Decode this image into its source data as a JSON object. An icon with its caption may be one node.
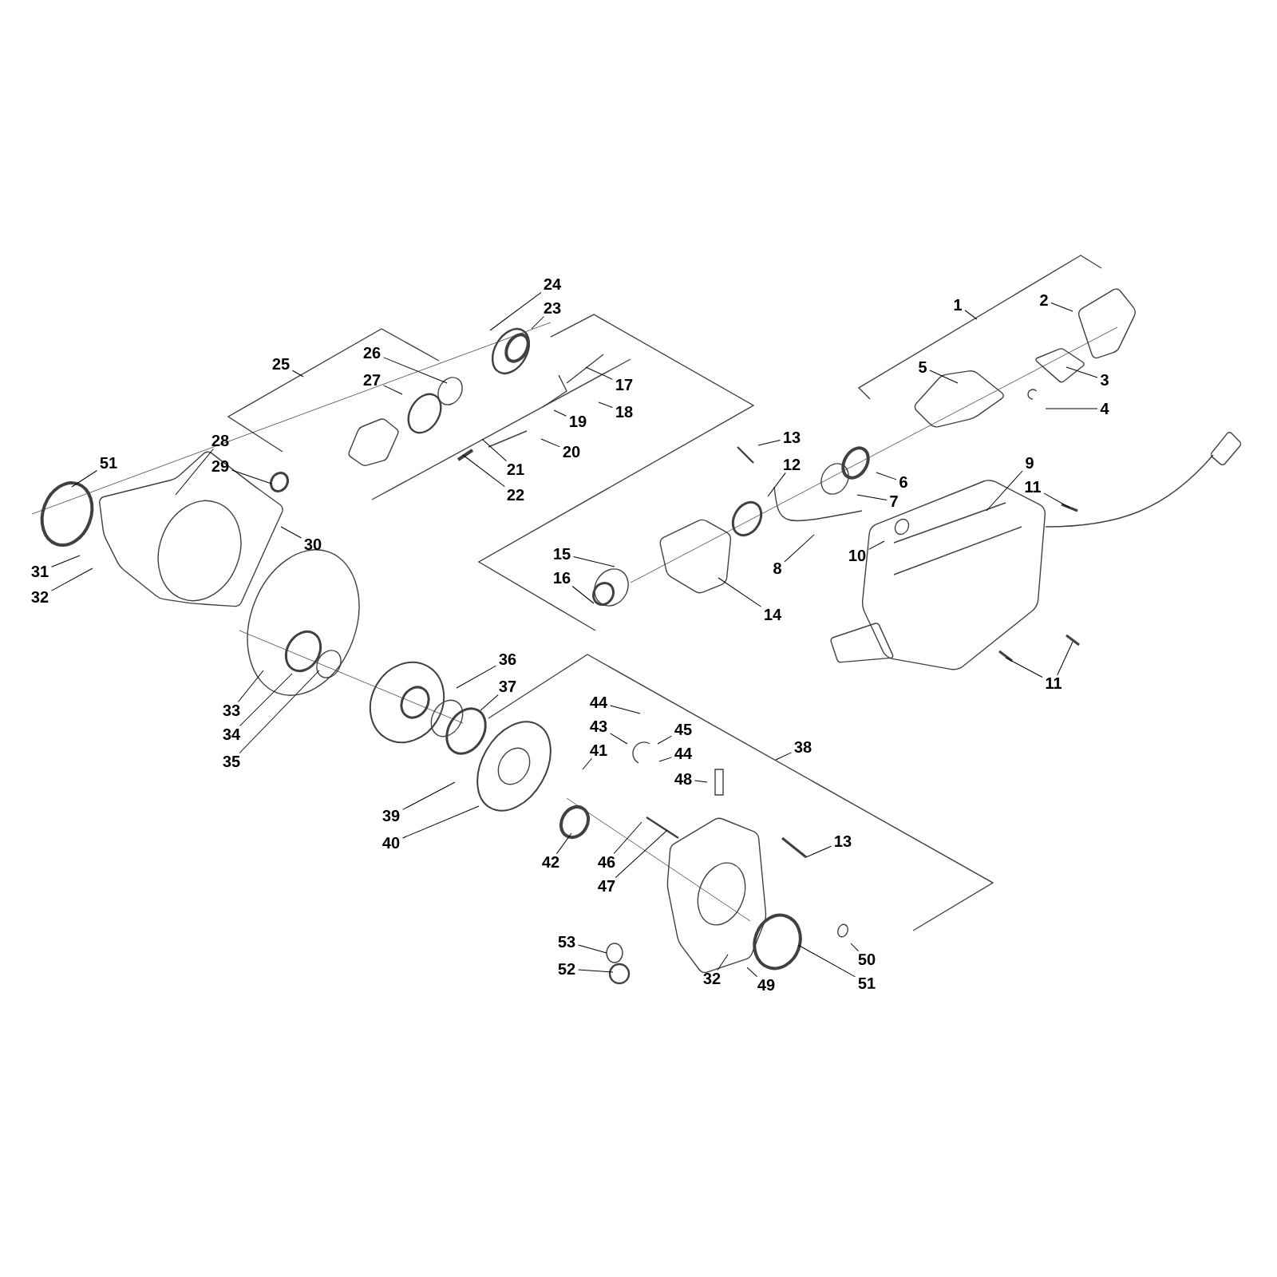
{
  "diagram": {
    "nodes": [
      {
        "text": [
          "1"
        ]
      },
      {
        "text": [
          "2"
        ]
      },
      {
        "text": [
          "24"
        ]
      },
      {
        "text": [
          "23"
        ]
      },
      {
        "text": [
          "26"
        ]
      },
      {
        "text": [
          "25"
        ]
      },
      {
        "text": [
          "3"
        ]
      },
      {
        "text": [
          "5"
        ]
      },
      {
        "text": [
          "27"
        ]
      },
      {
        "text": [
          "17"
        ]
      },
      {
        "text": [
          "4"
        ]
      },
      {
        "text": [
          "18"
        ]
      },
      {
        "text": [
          "19"
        ]
      },
      {
        "text": [
          "13"
        ]
      },
      {
        "text": [
          "28"
        ]
      },
      {
        "text": [
          "20"
        ]
      },
      {
        "text": [
          "9"
        ]
      },
      {
        "text": [
          "51"
        ]
      },
      {
        "text": [
          "12"
        ]
      },
      {
        "text": [
          "21"
        ]
      },
      {
        "text": [
          "29"
        ]
      },
      {
        "text": [
          "6"
        ]
      },
      {
        "text": [
          "11"
        ]
      },
      {
        "text": [
          "22"
        ]
      },
      {
        "text": [
          "7"
        ]
      },
      {
        "text": [
          "30"
        ]
      },
      {
        "text": [
          "15"
        ]
      },
      {
        "text": [
          "10"
        ]
      },
      {
        "text": [
          "8"
        ]
      },
      {
        "text": [
          "31"
        ]
      },
      {
        "text": [
          "16"
        ]
      },
      {
        "text": [
          "32"
        ]
      },
      {
        "text": [
          "14"
        ]
      },
      {
        "text": [
          "36"
        ]
      },
      {
        "text": [
          "11"
        ]
      },
      {
        "text": [
          "37"
        ]
      },
      {
        "text": [
          "44"
        ]
      },
      {
        "text": [
          "33"
        ]
      },
      {
        "text": [
          "43"
        ]
      },
      {
        "text": [
          "45"
        ]
      },
      {
        "text": [
          "34"
        ]
      },
      {
        "text": [
          "38"
        ]
      },
      {
        "text": [
          "41"
        ]
      },
      {
        "text": [
          "44"
        ]
      },
      {
        "text": [
          "35"
        ]
      },
      {
        "text": [
          "48"
        ]
      },
      {
        "text": [
          "39"
        ]
      },
      {
        "text": [
          "13"
        ]
      },
      {
        "text": [
          "40"
        ]
      },
      {
        "text": [
          "42"
        ]
      },
      {
        "text": [
          "46"
        ]
      },
      {
        "text": [
          "47"
        ]
      },
      {
        "text": [
          "53"
        ]
      },
      {
        "text": [
          "50"
        ]
      },
      {
        "text": [
          "52"
        ]
      },
      {
        "text": [
          "32"
        ]
      },
      {
        "text": [
          "51"
        ]
      },
      {
        "text": [
          "49"
        ]
      }
    ],
    "edges": [
      {
        "from": 0,
        "to": null,
        "arrow": "none"
      },
      {
        "from": 1,
        "to": null,
        "arrow": "none"
      },
      {
        "from": 2,
        "to": null,
        "arrow": "none"
      },
      {
        "from": 3,
        "to": null,
        "arrow": "none"
      },
      {
        "from": 4,
        "to": null,
        "arrow": "none"
      },
      {
        "from": 5,
        "to": null,
        "arrow": "none"
      },
      {
        "from": 6,
        "to": null,
        "arrow": "none"
      },
      {
        "from": 7,
        "to": null,
        "arrow": "none"
      },
      {
        "from": 8,
        "to": null,
        "arrow": "none"
      },
      {
        "from": 9,
        "to": null,
        "arrow": "none"
      },
      {
        "from": 10,
        "to": null,
        "arrow": "none"
      },
      {
        "from": 11,
        "to": null,
        "arrow": "none"
      },
      {
        "from": 12,
        "to": null,
        "arrow": "none"
      },
      {
        "from": 13,
        "to": null,
        "arrow": "none"
      },
      {
        "from": 14,
        "to": null,
        "arrow": "none"
      },
      {
        "from": 15,
        "to": null,
        "arrow": "none"
      },
      {
        "from": 16,
        "to": null,
        "arrow": "none"
      },
      {
        "from": 17,
        "to": null,
        "arrow": "none"
      },
      {
        "from": 18,
        "to": null,
        "arrow": "none"
      },
      {
        "from": 19,
        "to": null,
        "arrow": "none"
      },
      {
        "from": 20,
        "to": null,
        "arrow": "none"
      },
      {
        "from": 21,
        "to": null,
        "arrow": "none"
      },
      {
        "from": 22,
        "to": null,
        "arrow": "none"
      },
      {
        "from": 23,
        "to": null,
        "arrow": "none"
      },
      {
        "from": 24,
        "to": null,
        "arrow": "none"
      },
      {
        "from": 25,
        "to": null,
        "arrow": "none"
      },
      {
        "from": 26,
        "to": null,
        "arrow": "none"
      },
      {
        "from": 27,
        "to": null,
        "arrow": "none"
      },
      {
        "from": 28,
        "to": null,
        "arrow": "none"
      },
      {
        "from": 29,
        "to": null,
        "arrow": "none"
      },
      {
        "from": 30,
        "to": null,
        "arrow": "none"
      },
      {
        "from": 31,
        "to": null,
        "arrow": "none"
      },
      {
        "from": 32,
        "to": null,
        "arrow": "none"
      },
      {
        "from": 33,
        "to": null,
        "arrow": "none"
      },
      {
        "from": 34,
        "to": null,
        "arrow": "none"
      },
      {
        "from": 34,
        "to": null,
        "arrow": "none"
      },
      {
        "from": 35,
        "to": null,
        "arrow": "none"
      },
      {
        "from": 36,
        "to": null,
        "arrow": "none"
      },
      {
        "from": 37,
        "to": null,
        "arrow": "none"
      },
      {
        "from": 38,
        "to": null,
        "arrow": "none"
      },
      {
        "from": 39,
        "to": null,
        "arrow": "none"
      },
      {
        "from": 40,
        "to": null,
        "arrow": "none"
      },
      {
        "from": 41,
        "to": null,
        "arrow": "none"
      },
      {
        "from": 42,
        "to": null,
        "arrow": "none"
      },
      {
        "from": 43,
        "to": null,
        "arrow": "none"
      },
      {
        "from": 44,
        "to": null,
        "arrow": "none"
      },
      {
        "from": 45,
        "to": null,
        "arrow": "none"
      },
      {
        "from": 46,
        "to": null,
        "arrow": "none"
      },
      {
        "from": 47,
        "to": null,
        "arrow": "none"
      },
      {
        "from": 48,
        "to": null,
        "arrow": "none"
      },
      {
        "from": 49,
        "to": null,
        "arrow": "none"
      },
      {
        "from": 50,
        "to": null,
        "arrow": "none"
      },
      {
        "from": 51,
        "to": null,
        "arrow": "none"
      },
      {
        "from": 52,
        "to": null,
        "arrow": "none"
      },
      {
        "from": 53,
        "to": null,
        "arrow": "none"
      },
      {
        "from": 54,
        "to": null,
        "arrow": "none"
      },
      {
        "from": 55,
        "to": null,
        "arrow": "none"
      },
      {
        "from": 56,
        "to": null,
        "arrow": "none"
      },
      {
        "from": 57,
        "to": null,
        "arrow": "none"
      }
    ]
  }
}
